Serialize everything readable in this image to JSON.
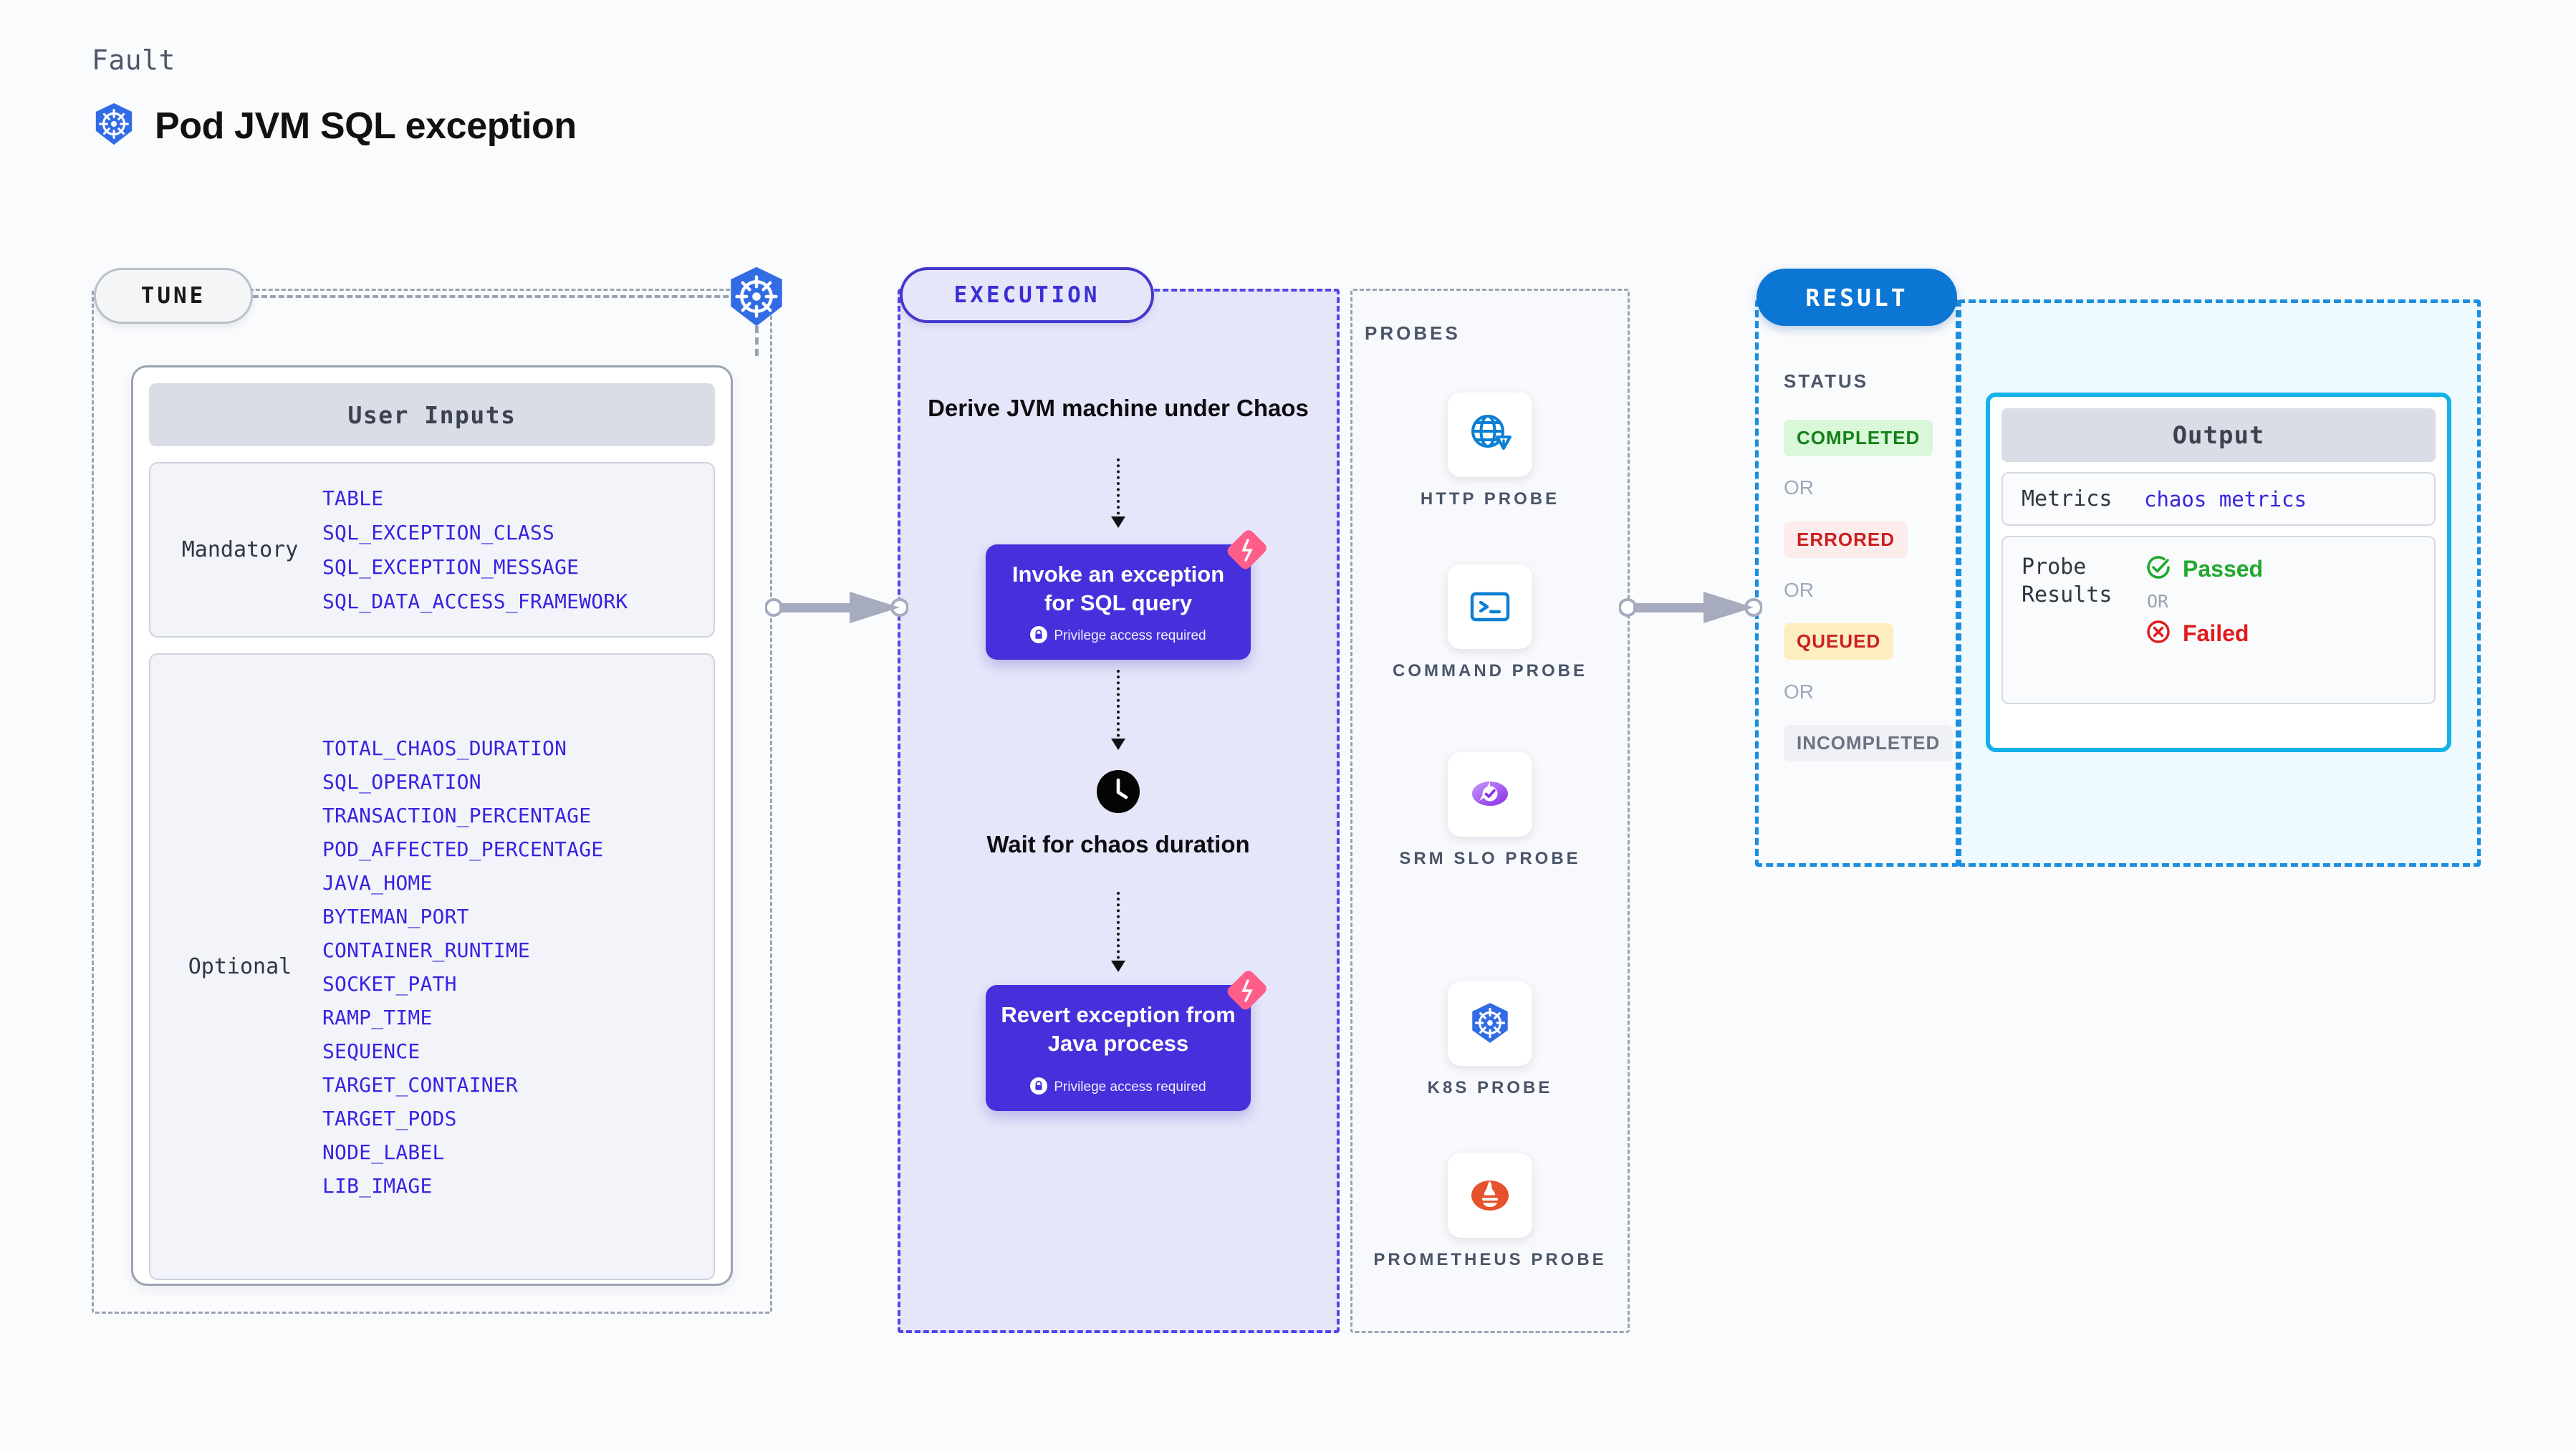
{
  "header": {
    "fault_label": "Fault",
    "title": "Pod JVM SQL exception",
    "icon": "kubernetes-icon"
  },
  "tune": {
    "pill_label": "TUNE",
    "icon": "kubernetes-icon",
    "card_title": "User Inputs",
    "groups": [
      {
        "label": "Mandatory",
        "params": [
          "TABLE",
          "SQL_EXCEPTION_CLASS",
          "SQL_EXCEPTION_MESSAGE",
          "SQL_DATA_ACCESS_FRAMEWORK"
        ]
      },
      {
        "label": "Optional",
        "params": [
          "TOTAL_CHAOS_DURATION",
          "SQL_OPERATION",
          "TRANSACTION_PERCENTAGE",
          "POD_AFFECTED_PERCENTAGE",
          "JAVA_HOME",
          "BYTEMAN_PORT",
          "CONTAINER_RUNTIME",
          "SOCKET_PATH",
          "RAMP_TIME",
          "SEQUENCE",
          "TARGET_CONTAINER",
          "TARGET_PODS",
          "NODE_LABEL",
          "LIB_IMAGE"
        ]
      }
    ]
  },
  "execution": {
    "pill_label": "EXECUTION",
    "steps": [
      {
        "type": "plain",
        "text": "Derive JVM machine under Chaos"
      },
      {
        "type": "card",
        "title": "Invoke an exception for SQL query",
        "privilege": "Privilege access required",
        "badge": "harness-icon",
        "lock": "lock-icon"
      },
      {
        "type": "plain_icon",
        "icon": "clock-icon",
        "text": "Wait for chaos duration"
      },
      {
        "type": "card",
        "title": "Revert exception from Java process",
        "privilege": "Privilege access required",
        "badge": "harness-icon",
        "lock": "lock-icon"
      }
    ]
  },
  "probes": {
    "title": "PROBES",
    "items": [
      {
        "label": "HTTP PROBE",
        "icon": "globe-warning-icon"
      },
      {
        "label": "COMMAND PROBE",
        "icon": "terminal-icon"
      },
      {
        "label": "SRM SLO PROBE",
        "icon": "slo-gauge-icon"
      },
      {
        "label": "K8S PROBE",
        "icon": "kubernetes-icon"
      },
      {
        "label": "PROMETHEUS PROBE",
        "icon": "prometheus-icon"
      }
    ]
  },
  "result": {
    "pill_label": "RESULT",
    "status_label": "STATUS",
    "or_label": "OR",
    "statuses": [
      {
        "text": "COMPLETED",
        "bg": "#d9f7d9",
        "color": "#15801a"
      },
      {
        "text": "ERRORED",
        "bg": "#fdecec",
        "color": "#cc1f1f"
      },
      {
        "text": "QUEUED",
        "bg": "#fdeec2",
        "color": "#cc1f1f"
      },
      {
        "text": "INCOMPLETED",
        "bg": "#eff1f6",
        "color": "#6b7280"
      }
    ],
    "output": {
      "title": "Output",
      "metrics_key": "Metrics",
      "metrics_value": "chaos metrics",
      "probe_results_key": "Probe Results",
      "passed_label": "Passed",
      "failed_label": "Failed",
      "or_label": "OR",
      "passed_icon": "check-circle-icon",
      "failed_icon": "x-circle-icon"
    }
  },
  "colors": {
    "kubernetes_blue": "#326ce5",
    "execution_purple": "#4730db",
    "harness_pink": "#ff5e8a",
    "result_blue": "#0c76d4",
    "param_blue": "#3823e0",
    "passed_green": "#22a82e",
    "failed_red": "#e01b1b"
  }
}
